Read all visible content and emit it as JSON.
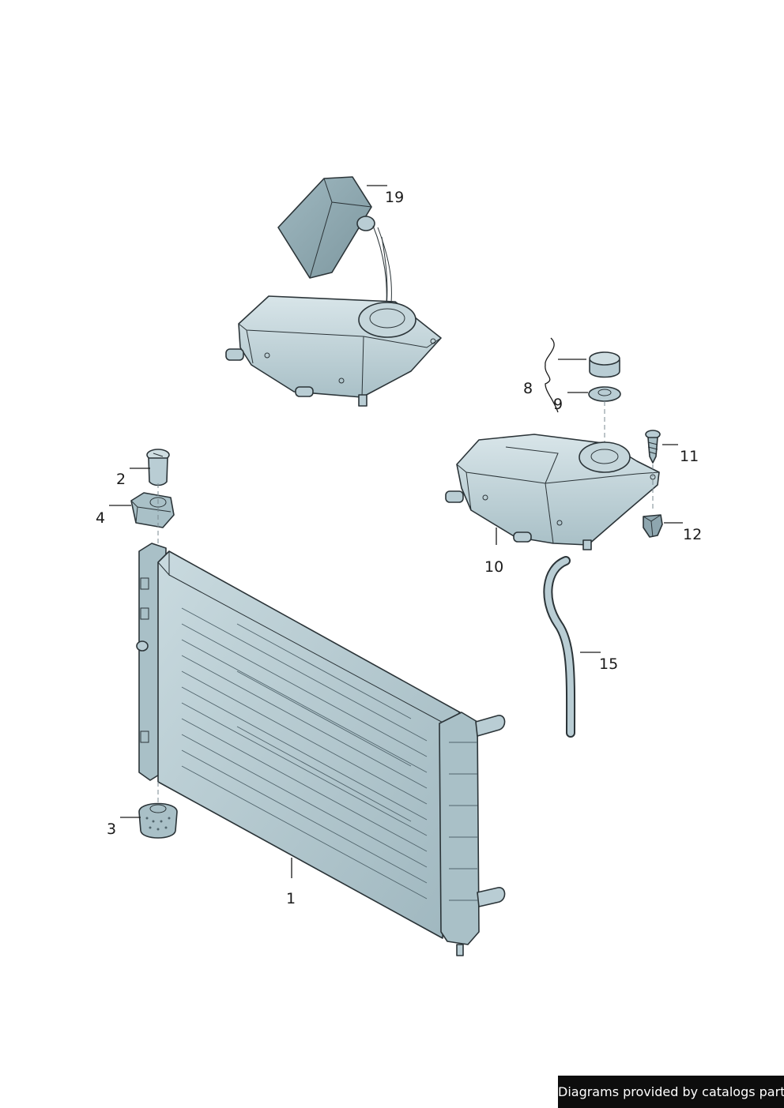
{
  "diagram": {
    "parts": [
      {
        "key": "radiator",
        "label": "1"
      },
      {
        "key": "upper-bracket-bolt",
        "label": "2"
      },
      {
        "key": "lower-mount-rubber",
        "label": "3"
      },
      {
        "key": "upper-mount-rubber",
        "label": "4"
      },
      {
        "key": "cap-assembly-brace",
        "label": "8"
      },
      {
        "key": "seal-ring",
        "label": "9"
      },
      {
        "key": "expansion-tank",
        "label": "10"
      },
      {
        "key": "screw",
        "label": "11"
      },
      {
        "key": "clip-nut",
        "label": "12"
      },
      {
        "key": "hose",
        "label": "15"
      },
      {
        "key": "coolant-canister",
        "label": "19"
      }
    ]
  },
  "footer": {
    "credit": "Diagrams provided by catalogs parts"
  },
  "colors": {
    "part_fill": "#b9cdd4",
    "part_shade": "#8ea6af",
    "part_dark": "#6f878f",
    "line": "#2b3438",
    "badge_bg": "#0d0d0d"
  }
}
